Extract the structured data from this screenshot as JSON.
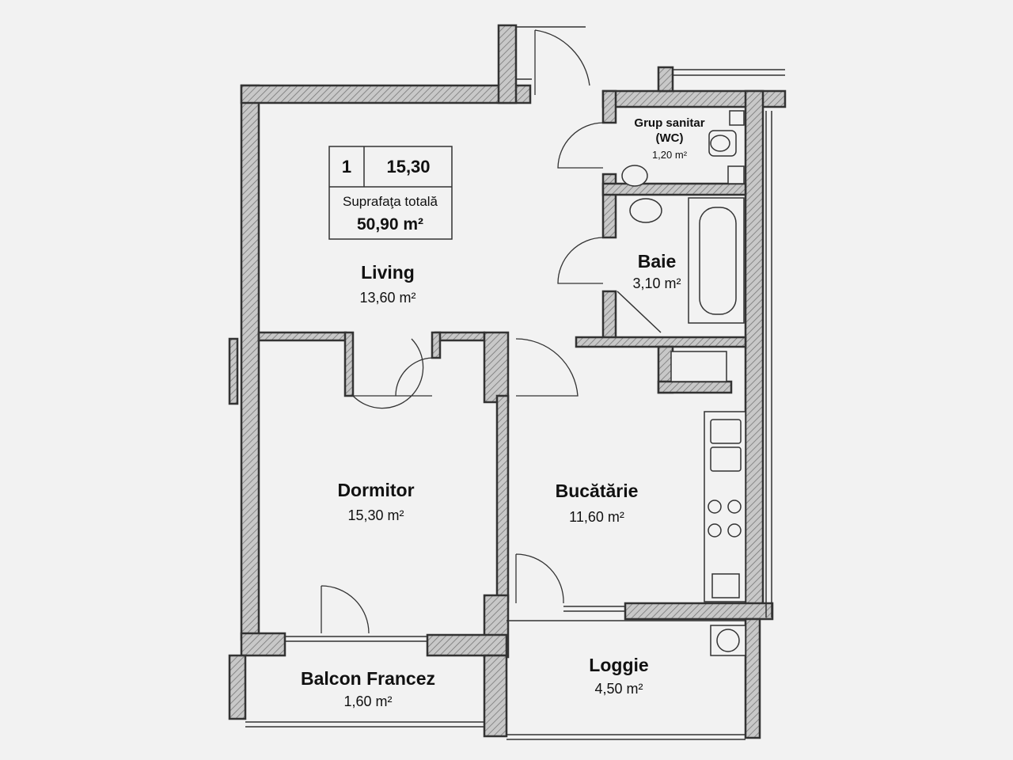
{
  "info_box": {
    "number": "1",
    "value": "15,30",
    "label": "Suprafaţa totală",
    "total": "50,90 m²"
  },
  "rooms": {
    "living": {
      "name": "Living",
      "area": "13,60 m²"
    },
    "dormitor": {
      "name": "Dormitor",
      "area": "15,30 m²"
    },
    "bucatarie": {
      "name": "Bucătărie",
      "area": "11,60 m²"
    },
    "baie": {
      "name": "Baie",
      "area": "3,10 m²"
    },
    "wc": {
      "name_line1": "Grup sanitar",
      "name_line2": "(WC)",
      "area": "1,20 m²"
    },
    "loggie": {
      "name": "Loggie",
      "area": "4,50 m²"
    },
    "balcon": {
      "name": "Balcon Francez",
      "area": "1,60 m²"
    }
  }
}
